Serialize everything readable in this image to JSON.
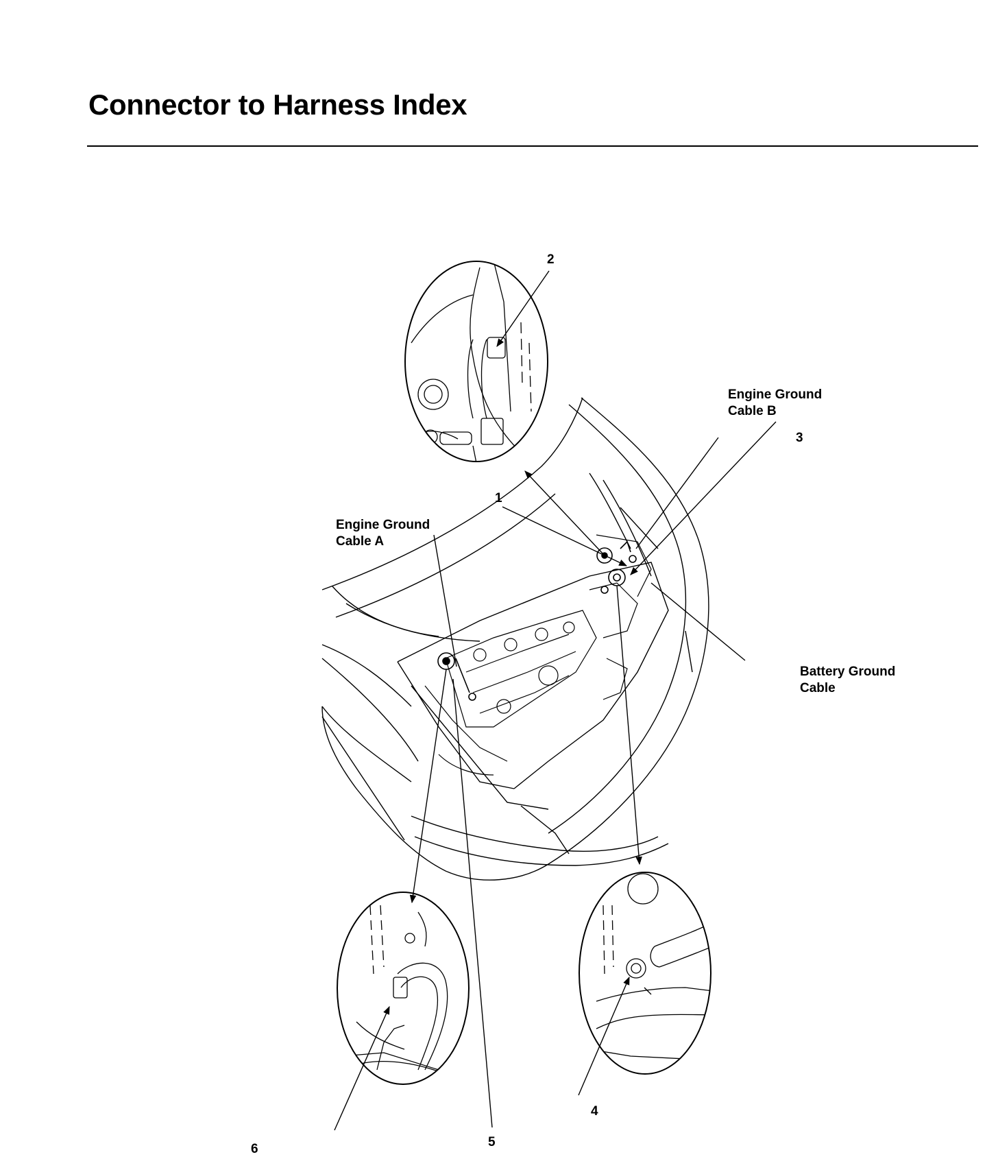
{
  "page": {
    "title": "Connector to Harness Index"
  },
  "labels": {
    "engine_ground_cable_a": [
      "Engine Ground",
      "Cable A"
    ],
    "engine_ground_cable_b": [
      "Engine Ground",
      "Cable B"
    ],
    "battery_ground_cable": [
      "Battery Ground",
      "Cable"
    ]
  },
  "callouts": [
    "1",
    "2",
    "3",
    "4",
    "5",
    "6"
  ],
  "colors": {
    "ink": "#000000",
    "paper": "#ffffff"
  }
}
